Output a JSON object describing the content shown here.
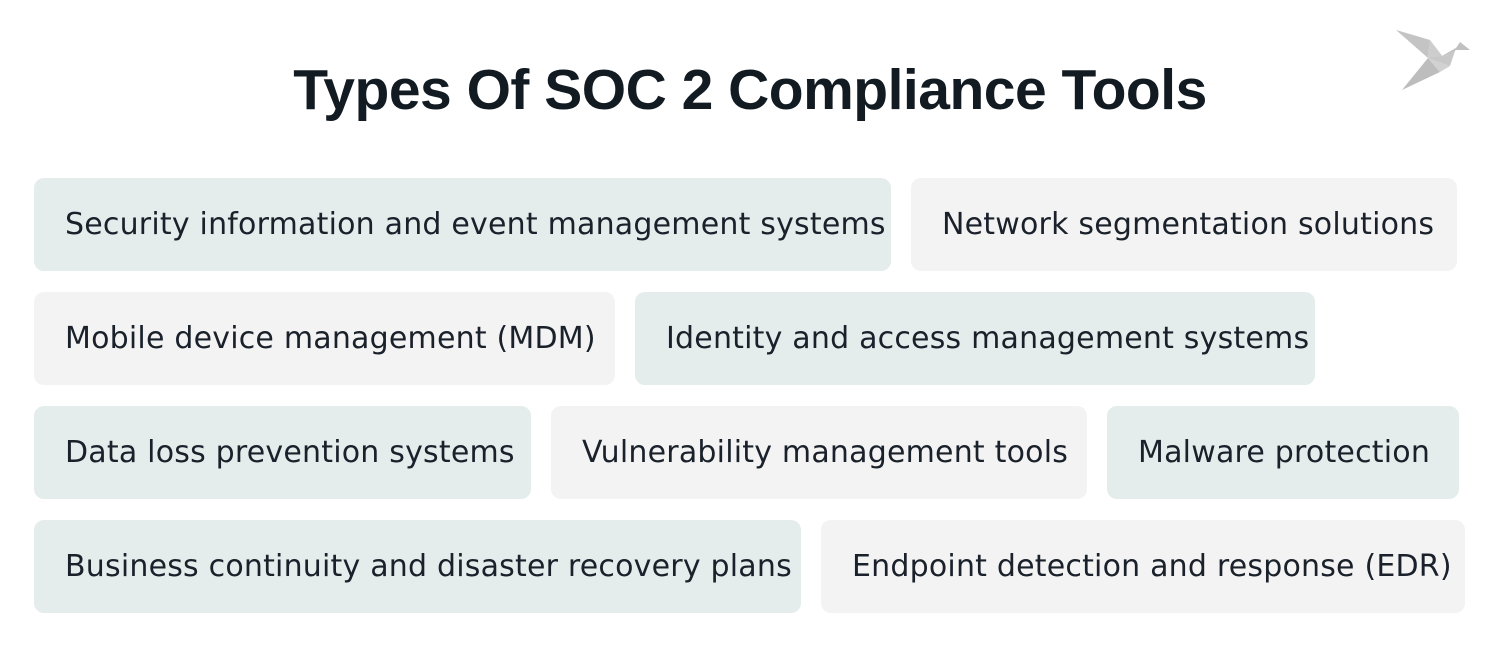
{
  "header": {
    "title": "Types Of SOC 2 Compliance Tools",
    "logo_icon": "origami-bird-icon"
  },
  "colors": {
    "title_text": "#121a22",
    "chip_text": "#1a212b",
    "chip_teal": "#e4edec",
    "chip_gray": "#f3f3f3",
    "logo": "#c8c8c8"
  },
  "rows": [
    [
      {
        "label": "Security information and event management systems",
        "style": "teal"
      },
      {
        "label": "Network segmentation solutions",
        "style": "gray"
      }
    ],
    [
      {
        "label": "Mobile device management (MDM)",
        "style": "gray"
      },
      {
        "label": "Identity and access management systems",
        "style": "teal"
      }
    ],
    [
      {
        "label": "Data loss prevention systems",
        "style": "teal"
      },
      {
        "label": "Vulnerability management tools",
        "style": "gray"
      },
      {
        "label": "Malware protection",
        "style": "teal"
      }
    ],
    [
      {
        "label": "Business continuity and disaster recovery plans",
        "style": "teal"
      },
      {
        "label": "Endpoint detection and response (EDR)",
        "style": "gray"
      }
    ]
  ]
}
